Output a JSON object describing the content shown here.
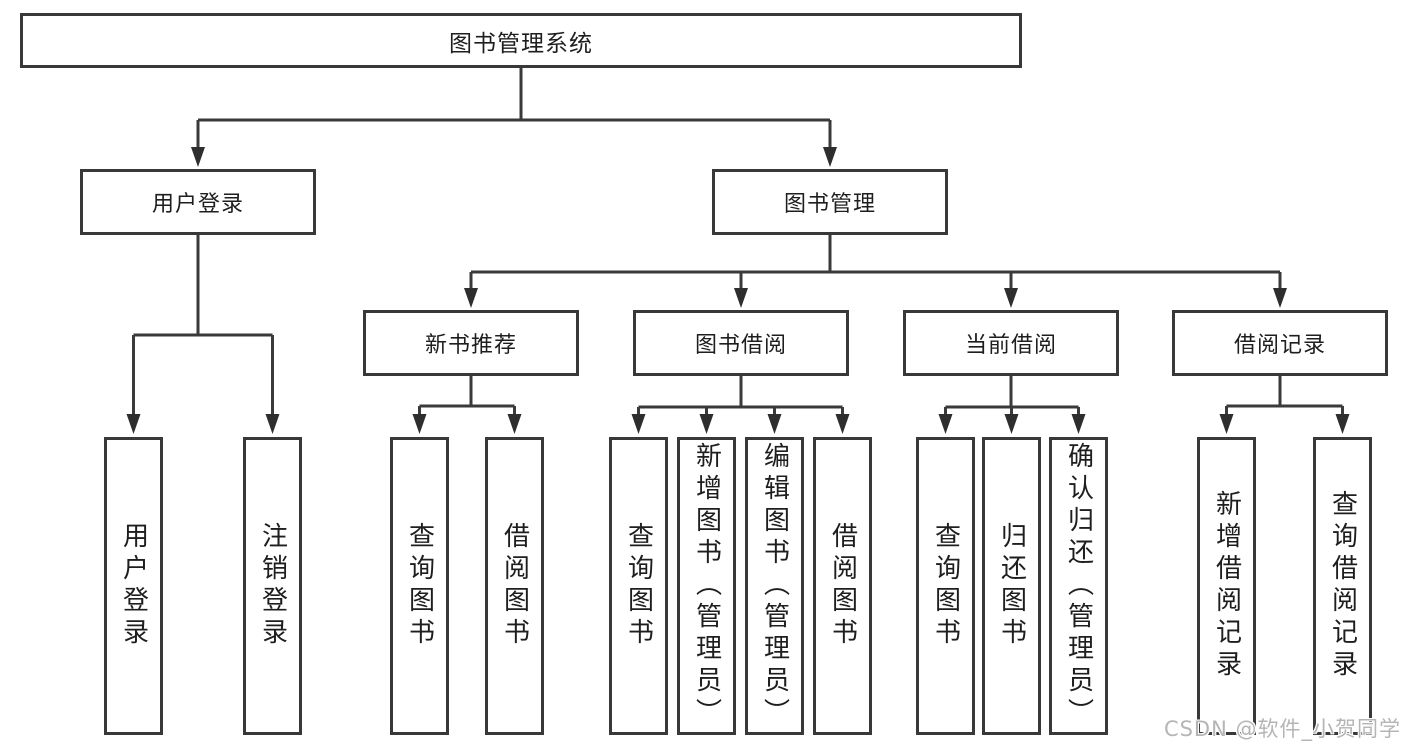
{
  "diagram": {
    "root": {
      "label": "图书管理系统"
    },
    "children": [
      {
        "label": "用户登录",
        "children": [
          {
            "label": "用户登录"
          },
          {
            "label": "注销登录"
          }
        ]
      },
      {
        "label": "图书管理",
        "children": [
          {
            "label": "新书推荐",
            "children": [
              {
                "label": "查询图书"
              },
              {
                "label": "借阅图书"
              }
            ]
          },
          {
            "label": "图书借阅",
            "children": [
              {
                "label": "查询图书"
              },
              {
                "label": "新增图书（管理员）"
              },
              {
                "label": "编辑图书（管理员）"
              },
              {
                "label": "借阅图书"
              }
            ]
          },
          {
            "label": "当前借阅",
            "children": [
              {
                "label": "查询图书"
              },
              {
                "label": "归还图书"
              },
              {
                "label": "确认归还（管理员）"
              }
            ]
          },
          {
            "label": "借阅记录",
            "children": [
              {
                "label": "新增借阅记录"
              },
              {
                "label": "查询借阅记录"
              }
            ]
          }
        ]
      }
    ]
  },
  "watermark": "CSDN @软件_小贺同学",
  "colors": {
    "line": "#3a3a3a",
    "arrow_fill": "#2e2e2e",
    "border": "#383838",
    "text": "#1e1e1e",
    "watermark": "#b5b5b5",
    "background": "#ffffff"
  }
}
